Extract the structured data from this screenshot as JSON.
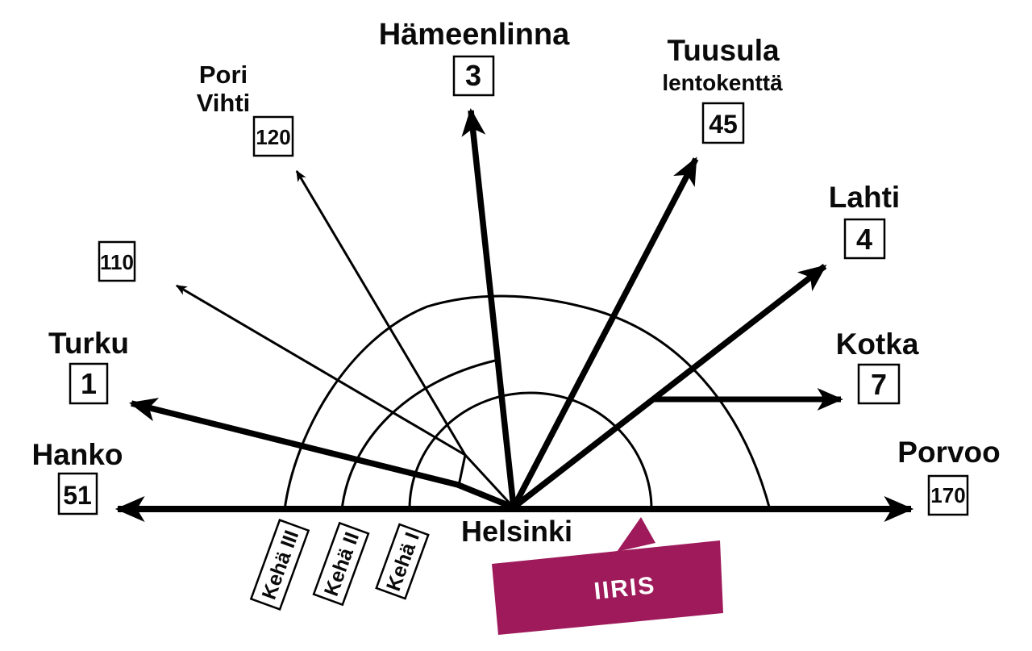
{
  "background": "#ffffff",
  "accent_color": "#9E1A5B",
  "line_color": "#000000",
  "center_city": {
    "label": "Helsinki"
  },
  "venue_banner": {
    "label": "IIRIS"
  },
  "ring_roads": [
    {
      "label": "Kehä III"
    },
    {
      "label": "Kehä II"
    },
    {
      "label": "Kehä I"
    }
  ],
  "destinations": [
    {
      "name": "Turku",
      "name2": "",
      "road_number": "1",
      "direction": "west"
    },
    {
      "name": "Hanko",
      "name2": "",
      "road_number": "51",
      "direction": "west"
    },
    {
      "name": "Pori",
      "name2": "Vihti",
      "road_number": "120",
      "direction": "northwest"
    },
    {
      "name": "",
      "name2": "",
      "road_number": "110",
      "direction": "northwest"
    },
    {
      "name": "Hämeenlinna",
      "name2": "",
      "road_number": "3",
      "direction": "north"
    },
    {
      "name": "Tuusula",
      "name2": "lentokenttä",
      "road_number": "45",
      "direction": "north-northeast"
    },
    {
      "name": "Lahti",
      "name2": "",
      "road_number": "4",
      "direction": "northeast"
    },
    {
      "name": "Kotka",
      "name2": "",
      "road_number": "7",
      "direction": "east"
    },
    {
      "name": "Porvoo",
      "name2": "",
      "road_number": "170",
      "direction": "east"
    }
  ]
}
